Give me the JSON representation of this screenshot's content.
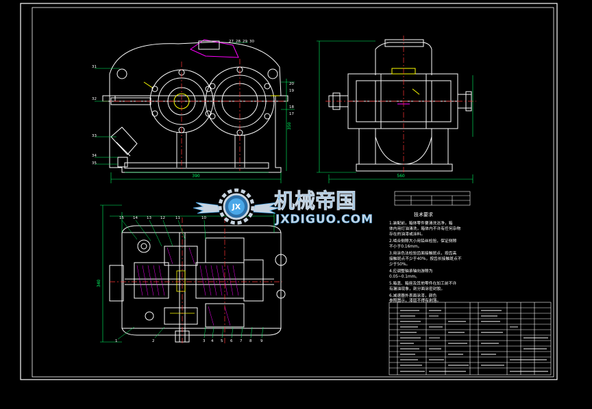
{
  "watermark": {
    "brand_cn": "机械帝国",
    "brand_url": "JXDIGUO.COM",
    "logo_letters": "JX"
  },
  "colors": {
    "background": "#000000",
    "frame": "#ffffff",
    "outline": "#ffffff",
    "dimension": "#00ff66",
    "centerline": "#ff3333",
    "hatch": "#ff00ff",
    "accent": "#ffff00",
    "text": "#ffffff",
    "watermark_blue": "#4aa8e8",
    "watermark_silver": "#c8d4e0"
  },
  "tech_requirements": {
    "heading": "技术要求",
    "lines": [
      "1.装配前，箱体零件要清洗洁净，箱",
      "体内用灯油清洗，箱体内不许有任何杂物",
      "存在的油漆或涂料。",
      "2.啮合侧隙大小用铅丝检验，保证侧隙",
      "不小于0.16mm。",
      "3.用涂色法检验齿面接触斑点，按齿高",
      "接触斑点不少于40%，按齿长接触斑点不",
      "少于50%。",
      "4.应调整轴承轴向游隙为",
      "0.05~0.1mm。",
      "5.箱盖、箱座及其他零件在加工前不许",
      "有漏油现象，剖分面涂密封胶。",
      "6.减速器外表面涂漆，颜色",
      "参照图示，漆层不得有剥落。"
    ]
  },
  "callouts": {
    "front_top": [
      "27",
      "28",
      "29",
      "30"
    ],
    "front_left": [
      "31",
      "32",
      "33",
      "34",
      "35"
    ],
    "front_right": [
      "20",
      "19",
      "18",
      "17"
    ],
    "top_view_top": [
      "15",
      "14",
      "13",
      "12",
      "11",
      "10"
    ],
    "top_view_bottom": [
      "1",
      "2",
      "3",
      "4",
      "5",
      "6",
      "7",
      "8",
      "9"
    ]
  },
  "dimensions": {
    "front_width": "390",
    "front_height": "350",
    "side_width": "560",
    "top_view_height": "340"
  }
}
